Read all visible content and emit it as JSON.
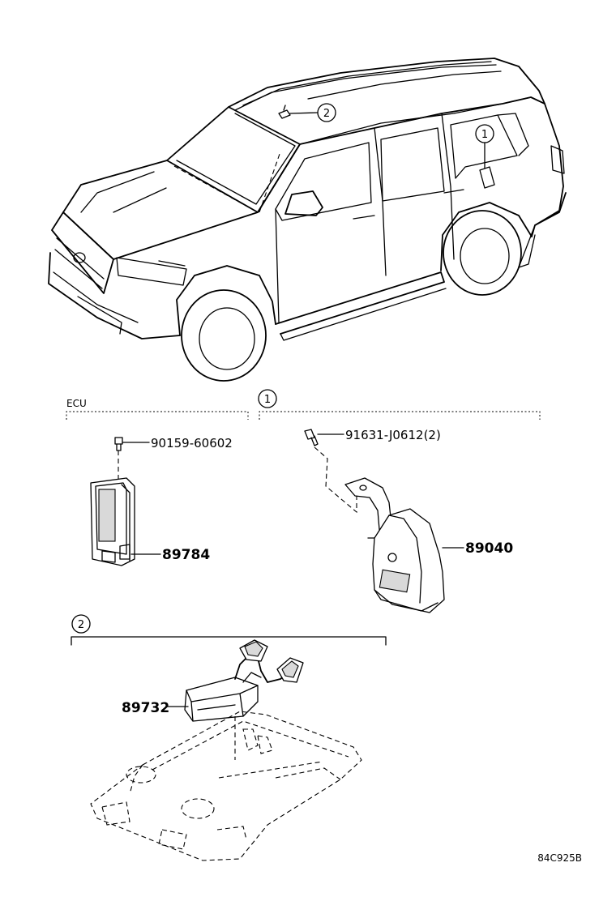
{
  "callouts": {
    "one": "1",
    "two": "2"
  },
  "sections": {
    "ecu": {
      "title": "ECU"
    },
    "group1": {
      "marker": "1"
    },
    "group2": {
      "marker": "2"
    }
  },
  "parts": {
    "ecu_bolt": "90159-60602",
    "ecu_bracket": "89784",
    "horn_bolt": "91631-J0612(2)",
    "horn": "89040",
    "roof_module": "89732"
  },
  "diagram_code": "84C925B"
}
